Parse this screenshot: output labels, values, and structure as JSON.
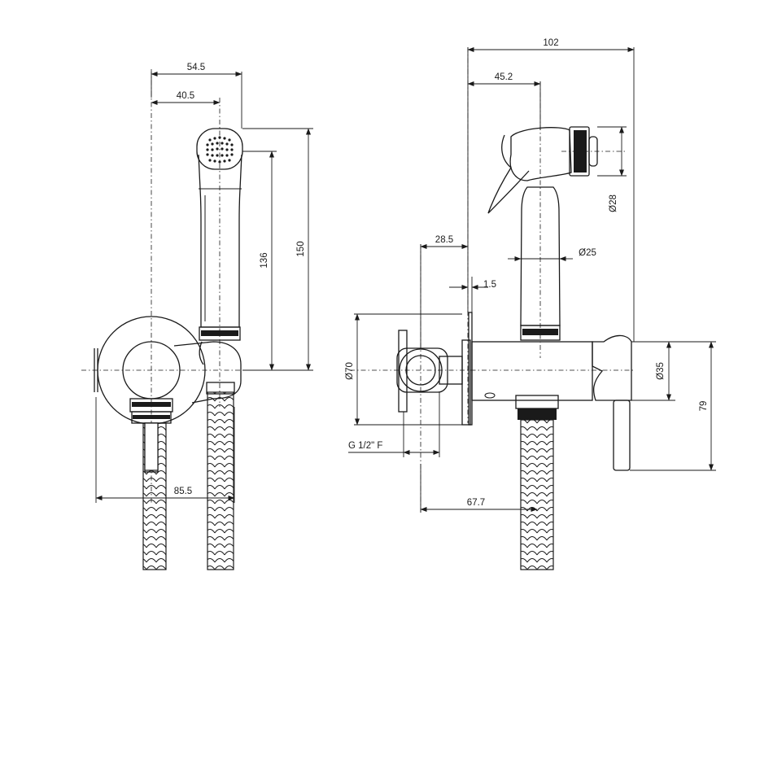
{
  "dimensions": {
    "front_width_outer": "54.5",
    "front_width_inner": "40.5",
    "front_height_136": "136",
    "front_height_150": "150",
    "front_base_width": "85.5",
    "side_total_width": "102",
    "side_head_offset": "45.2",
    "side_wall_offset": "28.5",
    "side_plate_thickness": "1.5",
    "side_head_diameter": "Ø28",
    "side_handle_diameter": "Ø25",
    "side_rosette_diameter": "Ø70",
    "side_body_diameter": "Ø35",
    "side_total_height": "79",
    "side_thread": "G 1/2\" F",
    "side_hose_offset": "67.7"
  }
}
